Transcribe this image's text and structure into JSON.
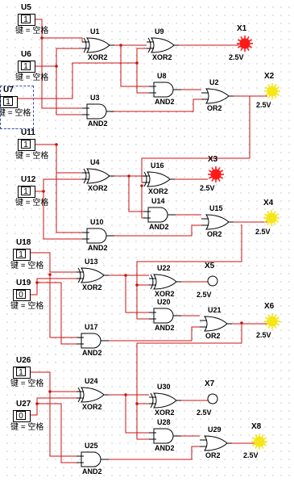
{
  "colors": {
    "wire": "#cc1111",
    "component": "#000000",
    "lamp_on": "#f5e61a",
    "lamp_lit": "#ff1a1a",
    "lamp_off": "#ffffff",
    "select_box": "#3a4ab0"
  },
  "switches": [
    {
      "id": "s5",
      "name": "U5",
      "key": "键 = 空格",
      "value": "1"
    },
    {
      "id": "s6",
      "name": "U6",
      "key": "键 = 空格",
      "value": "1"
    },
    {
      "id": "s7",
      "name": "U7",
      "key": "键 = 空格",
      "value": "1"
    },
    {
      "id": "s11",
      "name": "U11",
      "key": "键 = 空格",
      "value": "1"
    },
    {
      "id": "s12",
      "name": "U12",
      "key": "键 = 空格",
      "value": "1"
    },
    {
      "id": "s18",
      "name": "U18",
      "key": "键 = 空格",
      "value": "1"
    },
    {
      "id": "s19",
      "name": "U19",
      "key": "键 = 空格",
      "value": "0"
    },
    {
      "id": "s26",
      "name": "U26",
      "key": "键 = 空格",
      "value": "1"
    },
    {
      "id": "s27",
      "name": "U27",
      "key": "键 = 空格",
      "value": "0"
    }
  ],
  "gates": [
    {
      "id": "U1",
      "type": "XOR2",
      "name": "U1"
    },
    {
      "id": "U9",
      "type": "XOR2",
      "name": "U9"
    },
    {
      "id": "U8",
      "type": "AND2",
      "name": "U8"
    },
    {
      "id": "U2",
      "type": "OR2",
      "name": "U2"
    },
    {
      "id": "U3",
      "type": "AND2",
      "name": "U3"
    },
    {
      "id": "U4",
      "type": "XOR2",
      "name": "U4"
    },
    {
      "id": "U16",
      "type": "XOR2",
      "name": "U16"
    },
    {
      "id": "U14",
      "type": "AND2",
      "name": "U14"
    },
    {
      "id": "U15",
      "type": "OR2",
      "name": "U15"
    },
    {
      "id": "U10",
      "type": "AND2",
      "name": "U10"
    },
    {
      "id": "U13",
      "type": "XOR2",
      "name": "U13"
    },
    {
      "id": "U22",
      "type": "XOR2",
      "name": "U22"
    },
    {
      "id": "U20",
      "type": "AND2",
      "name": "U20"
    },
    {
      "id": "U21",
      "type": "OR2",
      "name": "U21"
    },
    {
      "id": "U17",
      "type": "AND2",
      "name": "U17"
    },
    {
      "id": "U24",
      "type": "XOR2",
      "name": "U24"
    },
    {
      "id": "U30",
      "type": "XOR2",
      "name": "U30"
    },
    {
      "id": "U28",
      "type": "AND2",
      "name": "U28"
    },
    {
      "id": "U29",
      "type": "OR2",
      "name": "U29"
    },
    {
      "id": "U25",
      "type": "AND2",
      "name": "U25"
    }
  ],
  "probes": [
    {
      "id": "X1",
      "name": "X1",
      "voltage": "2.5V",
      "state": "lit"
    },
    {
      "id": "X2",
      "name": "X2",
      "voltage": "2.5V",
      "state": "on"
    },
    {
      "id": "X3",
      "name": "X3",
      "voltage": "2.5V",
      "state": "lit"
    },
    {
      "id": "X4",
      "name": "X4",
      "voltage": "2.5V",
      "state": "on"
    },
    {
      "id": "X5",
      "name": "X5",
      "voltage": "2.5V",
      "state": "off"
    },
    {
      "id": "X6",
      "name": "X6",
      "voltage": "2.5V",
      "state": "on"
    },
    {
      "id": "X7",
      "name": "X7",
      "voltage": "2.5V",
      "state": "off"
    },
    {
      "id": "X8",
      "name": "X8",
      "voltage": "2.5V",
      "state": "on"
    }
  ]
}
